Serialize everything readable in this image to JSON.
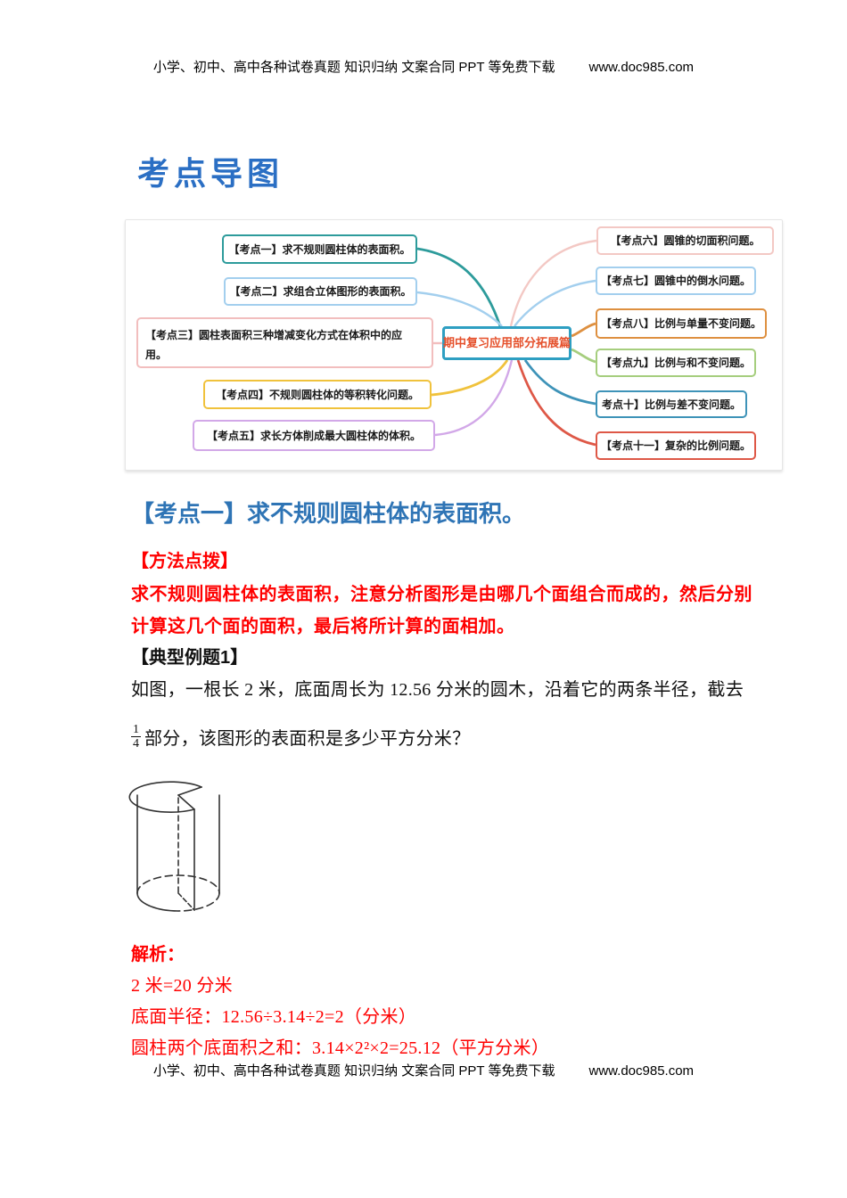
{
  "header": {
    "text": "小学、初中、高中各种试卷真题 知识归纳 文案合同 PPT 等免费下载",
    "url": "www.doc985.com"
  },
  "footer": {
    "text": "小学、初中、高中各种试卷真题 知识归纳 文案合同 PPT 等免费下载",
    "url": "www.doc985.com"
  },
  "title": "考点导图",
  "mindmap": {
    "center": {
      "label": "期中复习应用部分拓展篇",
      "border_color": "#2E9FC2",
      "text_color": "#E5502B"
    },
    "nodes": [
      {
        "label": "【考点一】求不规则圆柱体的表面积。",
        "color": "#2D9B9B"
      },
      {
        "label": "【考点二】求组合立体图形的表面积。",
        "color": "#A3CFEE"
      },
      {
        "label": "【考点三】圆柱表面积三种增减变化方式在体积中的应用。",
        "color": "#F2BEBE"
      },
      {
        "label": "【考点四】不规则圆柱体的等积转化问题。",
        "color": "#F0C23C"
      },
      {
        "label": "【考点五】求长方体削成最大圆柱体的体积。",
        "color": "#D2A8E8"
      },
      {
        "label": "【考点六】圆锥的切面积问题。",
        "color": "#F3C8C4"
      },
      {
        "label": "【考点七】圆锥中的倒水问题。",
        "color": "#A3CFEE"
      },
      {
        "label": "【考点八】比例与单量不变问题。",
        "color": "#DE9040"
      },
      {
        "label": "【考点九】比例与和不变问题。",
        "color": "#A6CE7E"
      },
      {
        "label": "考点十】比例与差不变问题。",
        "color": "#3E93B8"
      },
      {
        "label": "【考点十一】复杂的比例问题。",
        "color": "#DE5847"
      }
    ]
  },
  "section": {
    "heading": "【考点一】求不规则圆柱体的表面积。",
    "method_title": "【方法点拨】",
    "method_line1": "求不规则圆柱体的表面积，注意分析图形是由哪几个面组合而成的，然后分别",
    "method_line2": "计算这几个面的面积，最后将所计算的面相加。",
    "example_title": "【典型例题1】",
    "problem_line1": "如图，一根长 2 米，底面周长为 12.56 分米的圆木，沿着它的两条半径，截去",
    "fraction": {
      "numerator": "1",
      "denominator": "4"
    },
    "problem_line2": "部分，该图形的表面积是多少平方分米？",
    "solution_title": "解析：",
    "solution_lines": [
      "2 米=20 分米",
      "底面半径：12.56÷3.14÷2=2（分米）",
      "圆柱两个底面积之和：3.14×2²×2=25.12（平方分米）"
    ]
  },
  "colors": {
    "heading_blue": "#2E74B5",
    "title_blue": "#2B6FC4",
    "solution_red": "#FF0000"
  }
}
